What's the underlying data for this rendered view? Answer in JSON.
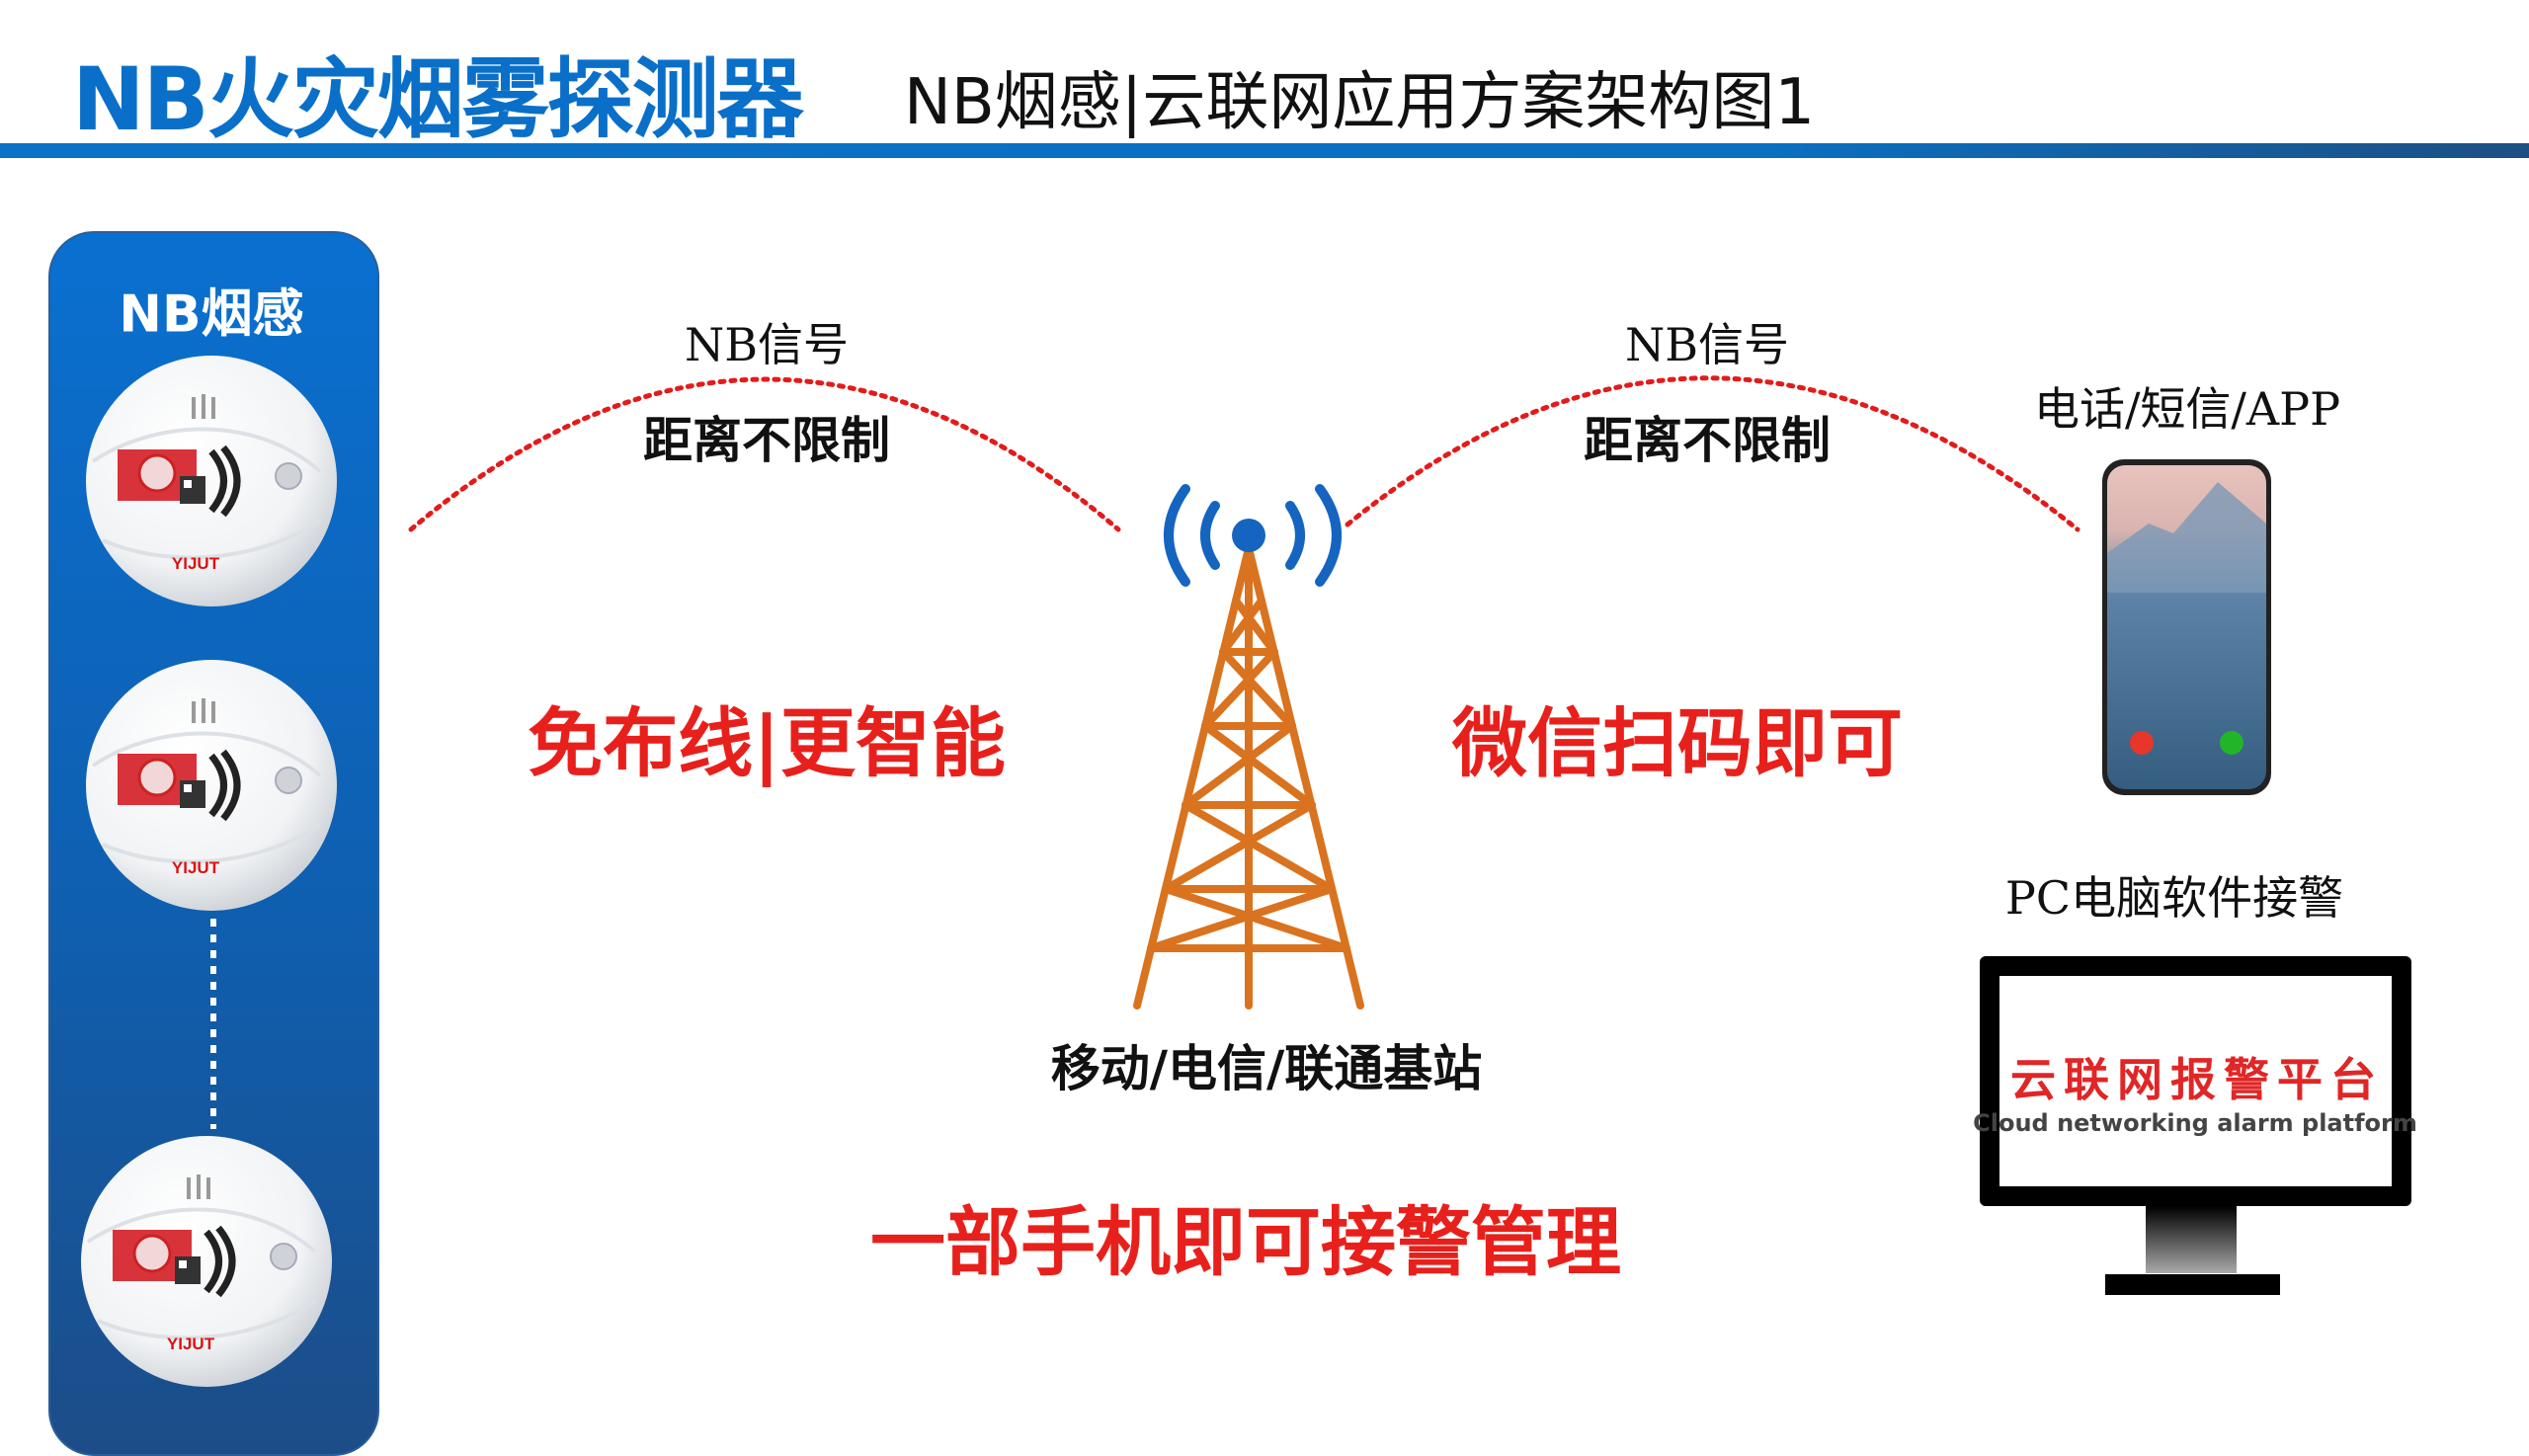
{
  "header": {
    "title": "NB火灾烟雾探测器",
    "subtitle": "NB烟感|云联网应用方案架构图1"
  },
  "left_panel": {
    "title": "NB烟感",
    "device_brand": "YIJUT"
  },
  "signal_left": {
    "label": "NB信号",
    "note": "距离不限制"
  },
  "signal_right": {
    "label": "NB信号",
    "note": "距离不限制"
  },
  "base_station": {
    "label": "移动/电信/联通基站"
  },
  "slogans": {
    "left": "免布线|更智能",
    "right": "微信扫码即可",
    "bottom": "一部手机即可接警管理"
  },
  "phone": {
    "label": "电话/短信/APP"
  },
  "pc": {
    "label": "PC电脑软件接警",
    "screen_title": "云联网报警平台",
    "screen_subtitle": "Cloud networking alarm platform"
  },
  "colors": {
    "brand_blue": "#0a6fc8",
    "alert_red": "#e8201c",
    "tower_orange": "#d9731f"
  }
}
